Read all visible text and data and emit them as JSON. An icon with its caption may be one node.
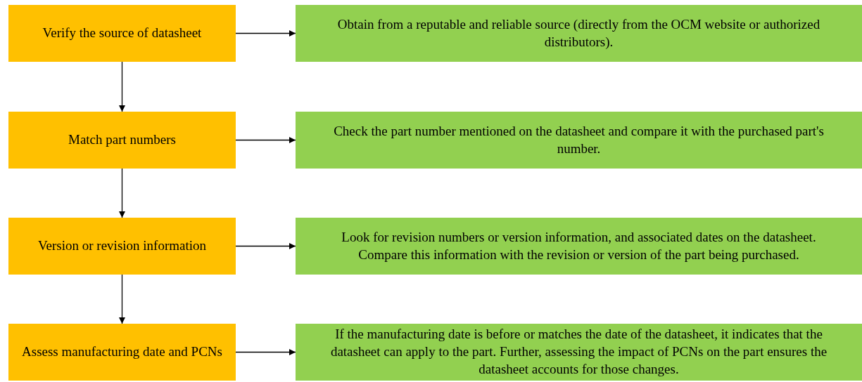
{
  "diagram": {
    "nodes": [
      {
        "text": [
          "Verify the source of datasheet"
        ]
      },
      {
        "text": [
          "Obtain from a reputable and reliable source (directly from the OCM website or authorized distributors)."
        ]
      },
      {
        "text": [
          "Match part numbers"
        ]
      },
      {
        "text": [
          "Check the part number mentioned on the datasheet and compare it with the purchased part's number."
        ]
      },
      {
        "text": [
          "Version or revision information"
        ]
      },
      {
        "text": [
          "Look for revision numbers or version information, and associated dates on the datasheet. Compare this information with the revision or version of the part being purchased."
        ]
      },
      {
        "text": [
          "Assess manufacturing date and PCNs"
        ]
      },
      {
        "text": [
          "If the manufacturing date is before or matches the date of the datasheet, it indicates that the datasheet can apply to the part. Further, assessing the impact of PCNs on the part ensures the datasheet accounts for those changes."
        ]
      }
    ],
    "edges": [
      {
        "from": 0,
        "to": 1,
        "arrow": "to"
      },
      {
        "from": 0,
        "to": 2,
        "arrow": "to"
      },
      {
        "from": 2,
        "to": 3,
        "arrow": "to"
      },
      {
        "from": 2,
        "to": 4,
        "arrow": "to"
      },
      {
        "from": 4,
        "to": 5,
        "arrow": "to"
      },
      {
        "from": 4,
        "to": 6,
        "arrow": "to"
      },
      {
        "from": 6,
        "to": 7,
        "arrow": "to"
      }
    ]
  }
}
